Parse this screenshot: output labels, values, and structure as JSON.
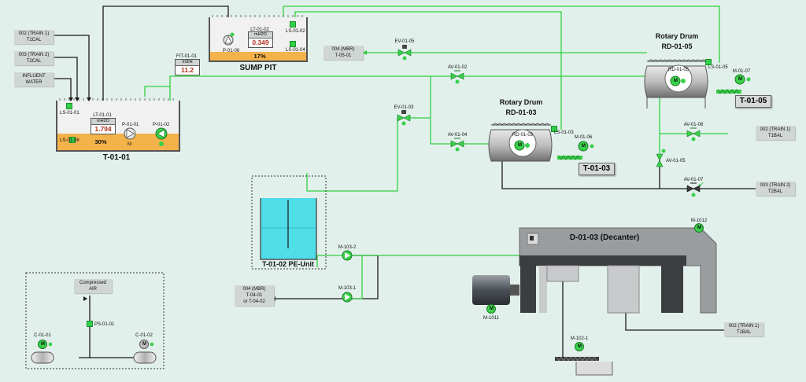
{
  "tanks": {
    "t0101": {
      "title": "T-01-01",
      "level_pct": 30,
      "level_text": "30%",
      "meter": {
        "tag": "LT-01-01",
        "unit": "mH2O",
        "value": "1.794"
      },
      "switch_high": "LS-01-01",
      "switch_low": "LS-01-06"
    },
    "sump": {
      "title": "SUMP PIT",
      "level_pct": 17,
      "level_text": "17%",
      "meter": {
        "tag": "LT-01-02",
        "unit": "mH2O",
        "value": "0.349"
      },
      "switch_high": "LS-01-02",
      "switch_low": "LS-01-04",
      "pump": "P-01-06"
    },
    "pe_unit": {
      "title": "T-01-02 PE-Unit"
    }
  },
  "flow_meter": {
    "tag": "FIT-01-01",
    "unit": "m3/H",
    "value": "11.2"
  },
  "external": {
    "train1_t1cal": "002 (TRAIN 1)\nT1CAL",
    "train2_t2cal": "003 (TRAIN 2)\nT2CAL",
    "influent": "INFLUENT\nWATER",
    "mbr_t0501": "004 (MBR)\nT-05-01",
    "train1_t1bal_a": "002 (TRAIN 1)\nT1BAL",
    "train2_t2bal": "003 (TRAIN 2)\nT2BAL",
    "mbr_t0401": "004 (MBR)\nT-04-01\nor T-04-02",
    "train1_t1bal_b": "002 (TRAIN 1)\nT1BAL",
    "compressed_air": "Compressed\nAIR"
  },
  "pumps": {
    "p0101": "P-01-01",
    "p0102": "P-01-02",
    "m1032": "M-103-2",
    "m1031": "M-103-1",
    "p_letter": "M"
  },
  "valves": {
    "ev0105": "EV-01-05",
    "ev0103": "EV-01-03",
    "av0102": "AV-01-02",
    "av0104": "AV-01-04",
    "av0106": "AV-01-06",
    "av0105": "AV-01-05",
    "av0107": "AV-01-07"
  },
  "drums": {
    "rd0105": {
      "heading": "Rotary Drum",
      "tag": "RD-01-05",
      "inner_tag": "RD-01-05",
      "level_switch": "LS-01-05",
      "motor": "M-01-07",
      "plate": "T-01-05"
    },
    "rd0103": {
      "heading": "Rotary Drum",
      "tag": "RD-01-03",
      "inner_tag": "RD-01-03",
      "level_switch": "LS-01-03",
      "motor": "M-01-06",
      "plate": "T-01-03"
    }
  },
  "decanter": {
    "title": "D-01-03 (Decanter)",
    "motor_main": "M-1011",
    "motor_top": "M-1012",
    "motor_screw": "M-102-1"
  },
  "compressors": {
    "c0101": "C-01-01",
    "c0102": "C-01-02",
    "pressure_switch": "PS-01-01"
  },
  "motor_letter": "M",
  "colors": {
    "bg": "#e2f0ec",
    "pipe_green": "#2fd13c",
    "pipe_dark": "#1a1a1a",
    "tank_liquid": "#f3b24a",
    "pe_liquid": "#4fdde8",
    "on_green": "#39d14a"
  }
}
